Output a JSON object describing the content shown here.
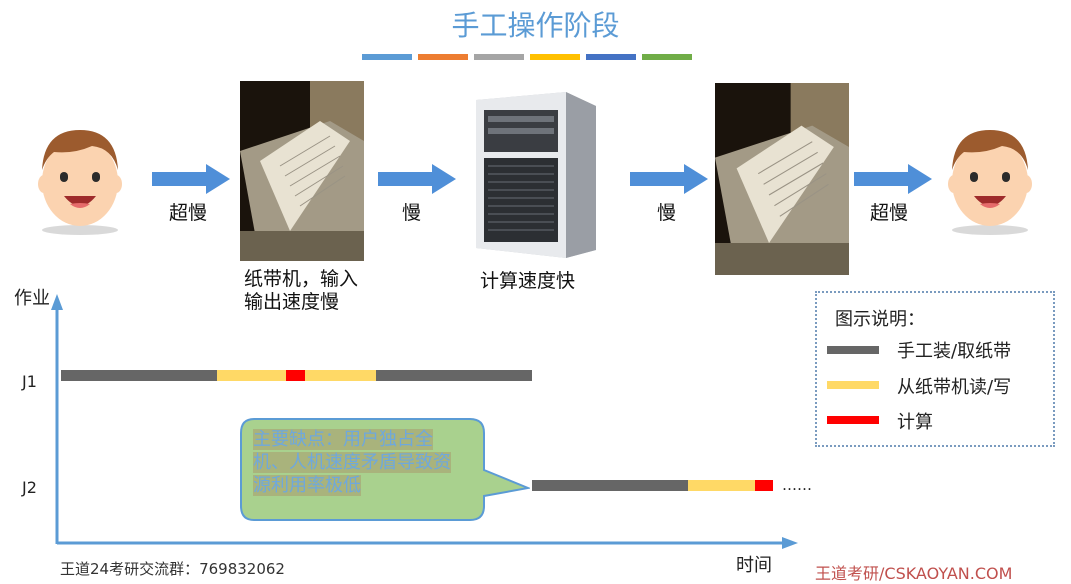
{
  "title": "手工操作阶段",
  "stripe_colors": [
    "#5b9bd5",
    "#ed7d31",
    "#a5a5a5",
    "#ffc000",
    "#4472c4",
    "#70ad47"
  ],
  "flow": {
    "arrow_labels": [
      "超慢",
      "慢",
      "慢",
      "超慢"
    ],
    "tape_machine_caption_line1": "纸带机，输入",
    "tape_machine_caption_line2": "输出速度慢",
    "computer_caption": "计算速度快"
  },
  "chart": {
    "y_axis_label": "作业",
    "x_axis_label": "时间",
    "rows": [
      {
        "label": "J1"
      },
      {
        "label": "J2",
        "trailing": "……"
      }
    ]
  },
  "legend": {
    "title": "图示说明：",
    "items": [
      {
        "label": "手工装/取纸带",
        "color": "#666666"
      },
      {
        "label": "从纸带机读/写",
        "color": "#ffd966"
      },
      {
        "label": "计算",
        "color": "#ff0000"
      }
    ]
  },
  "callout": {
    "text": "主要缺点：用户独占全机、人机速度矛盾导致资源利用率极低"
  },
  "footer": {
    "left_text": "王道24考研交流群：769832062",
    "right_text": "王道考研/CSKAOYAN.COM"
  }
}
